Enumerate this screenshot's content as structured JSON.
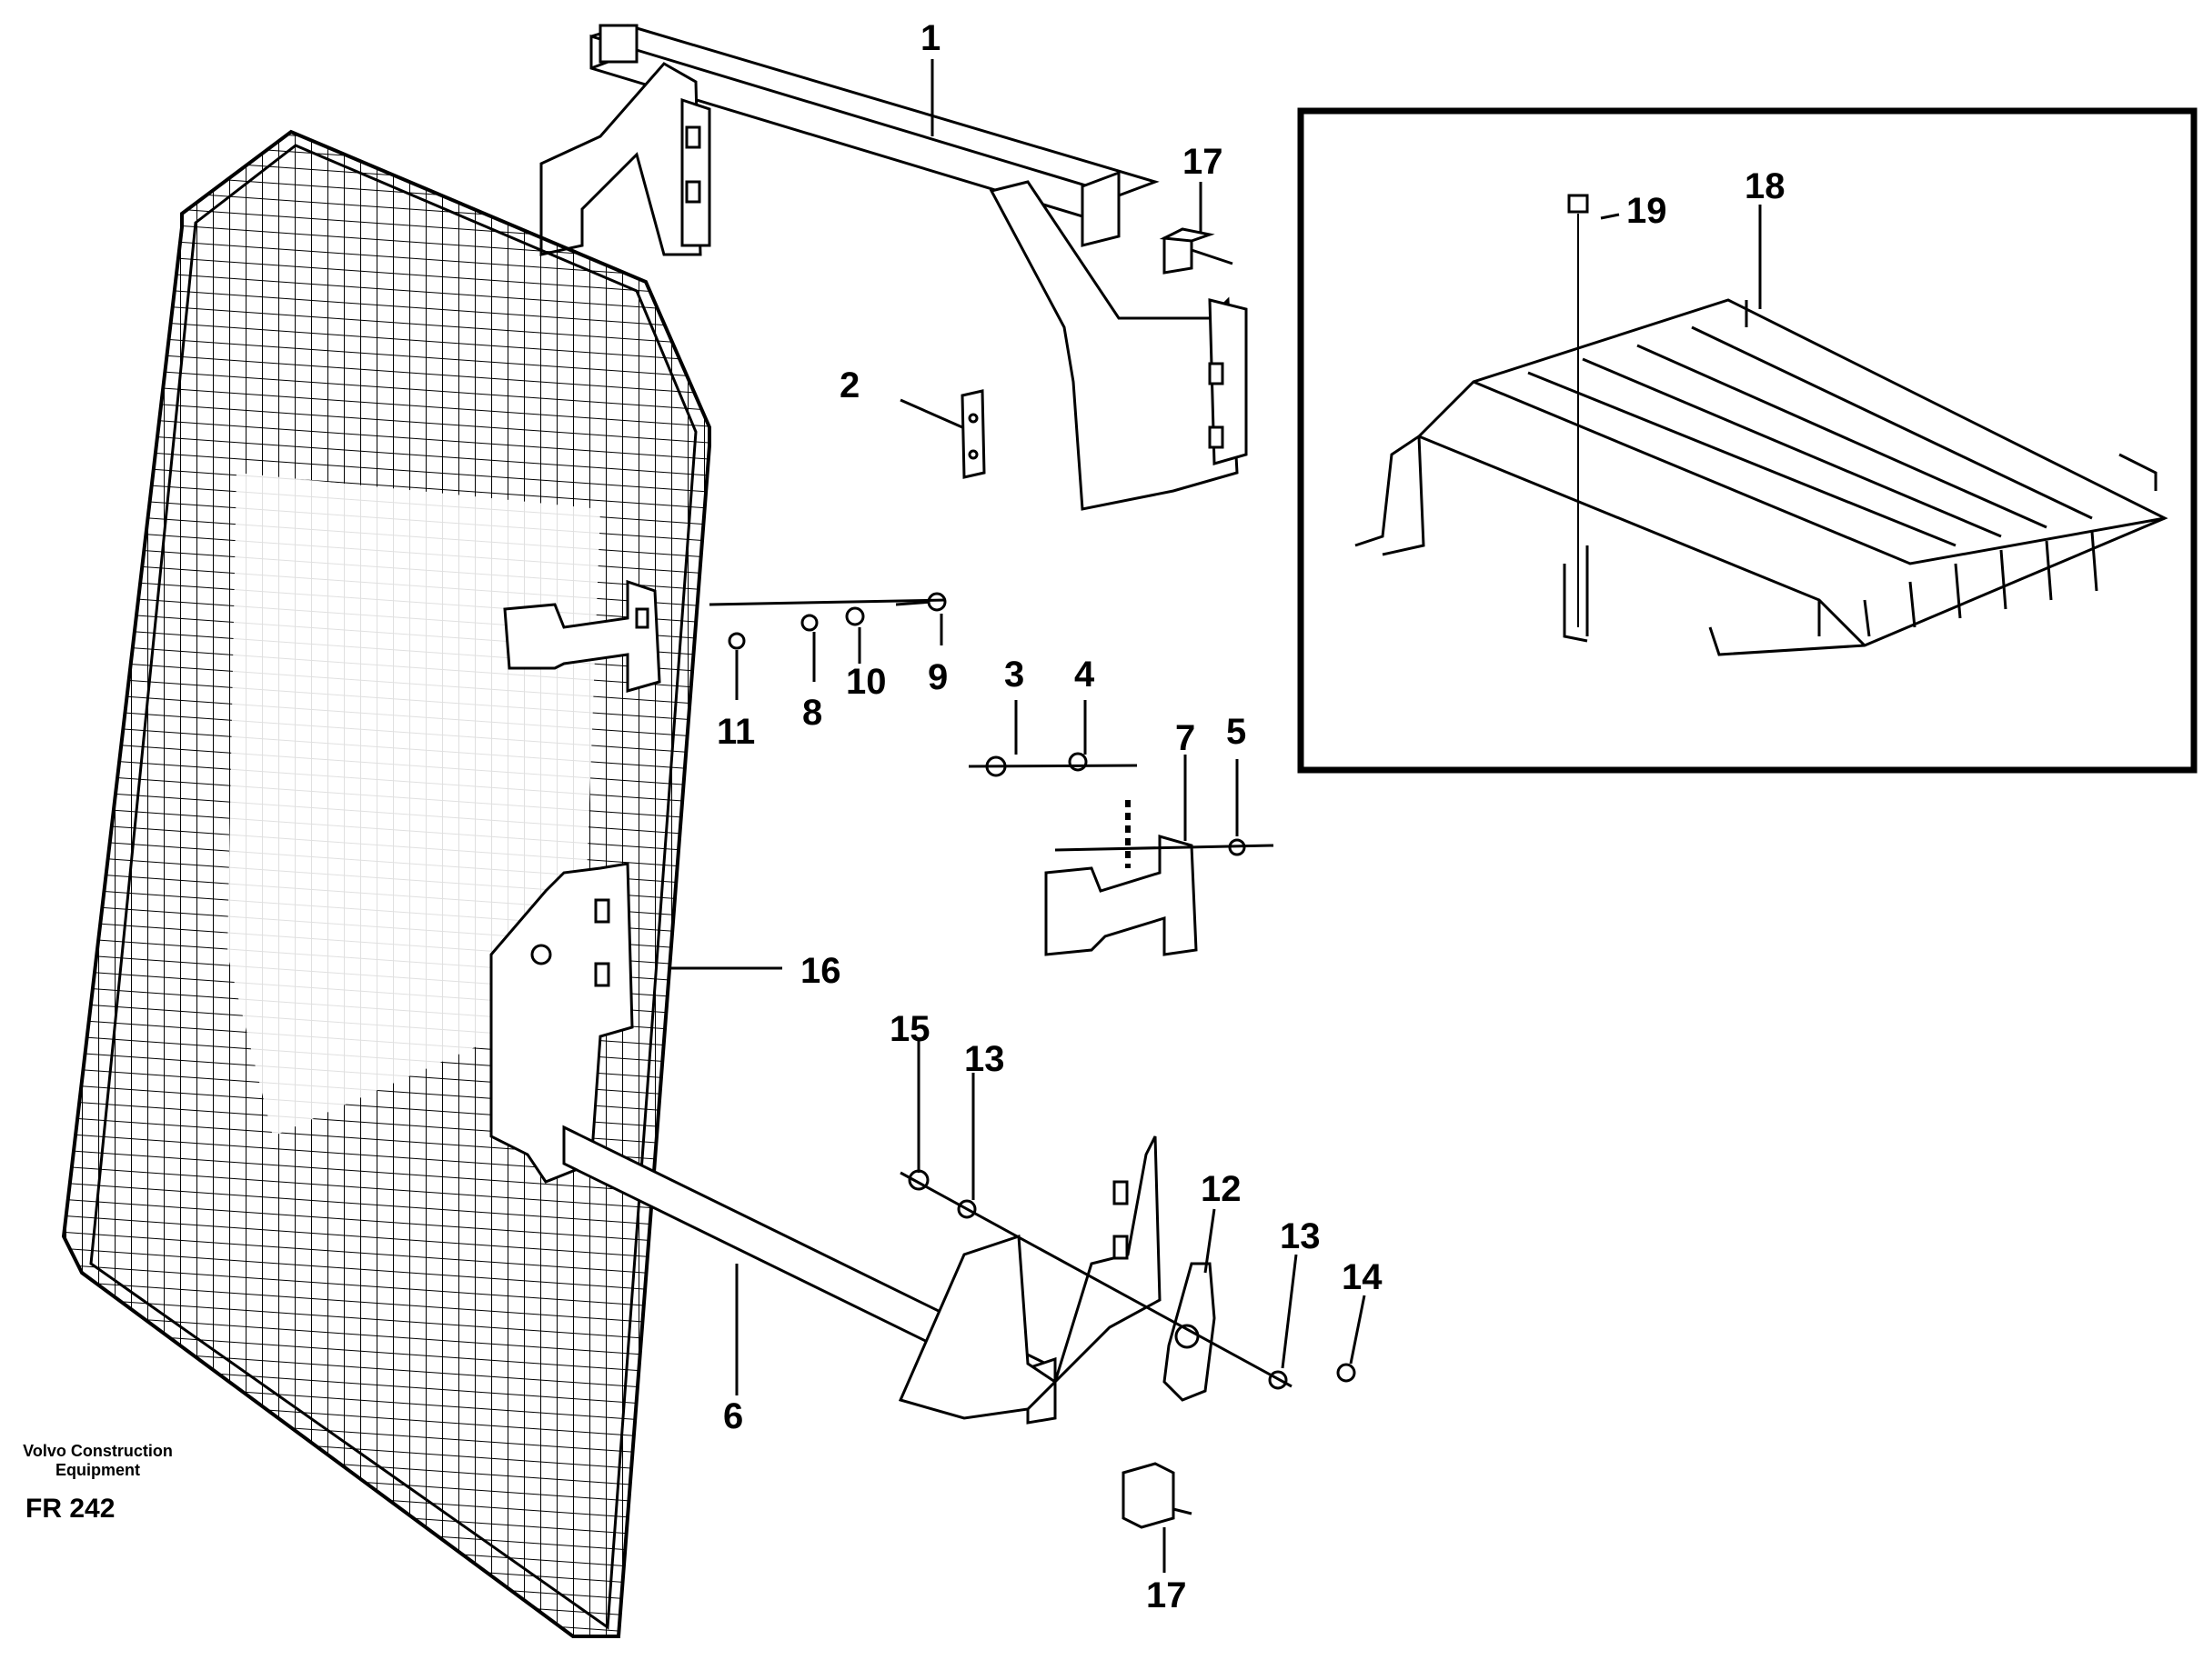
{
  "callouts": {
    "c1": "1",
    "c2": "2",
    "c3": "3",
    "c4": "4",
    "c5": "5",
    "c6": "6",
    "c7": "7",
    "c8": "8",
    "c9": "9",
    "c10": "10",
    "c11": "11",
    "c12": "12",
    "c13a": "13",
    "c13b": "13",
    "c14": "14",
    "c15": "15",
    "c16": "16",
    "c17a": "17",
    "c17b": "17",
    "c18": "18",
    "c19": "19"
  },
  "footer": {
    "brand_line1": "Volvo Construction",
    "brand_line2": "Equipment",
    "code": "FR 242"
  }
}
